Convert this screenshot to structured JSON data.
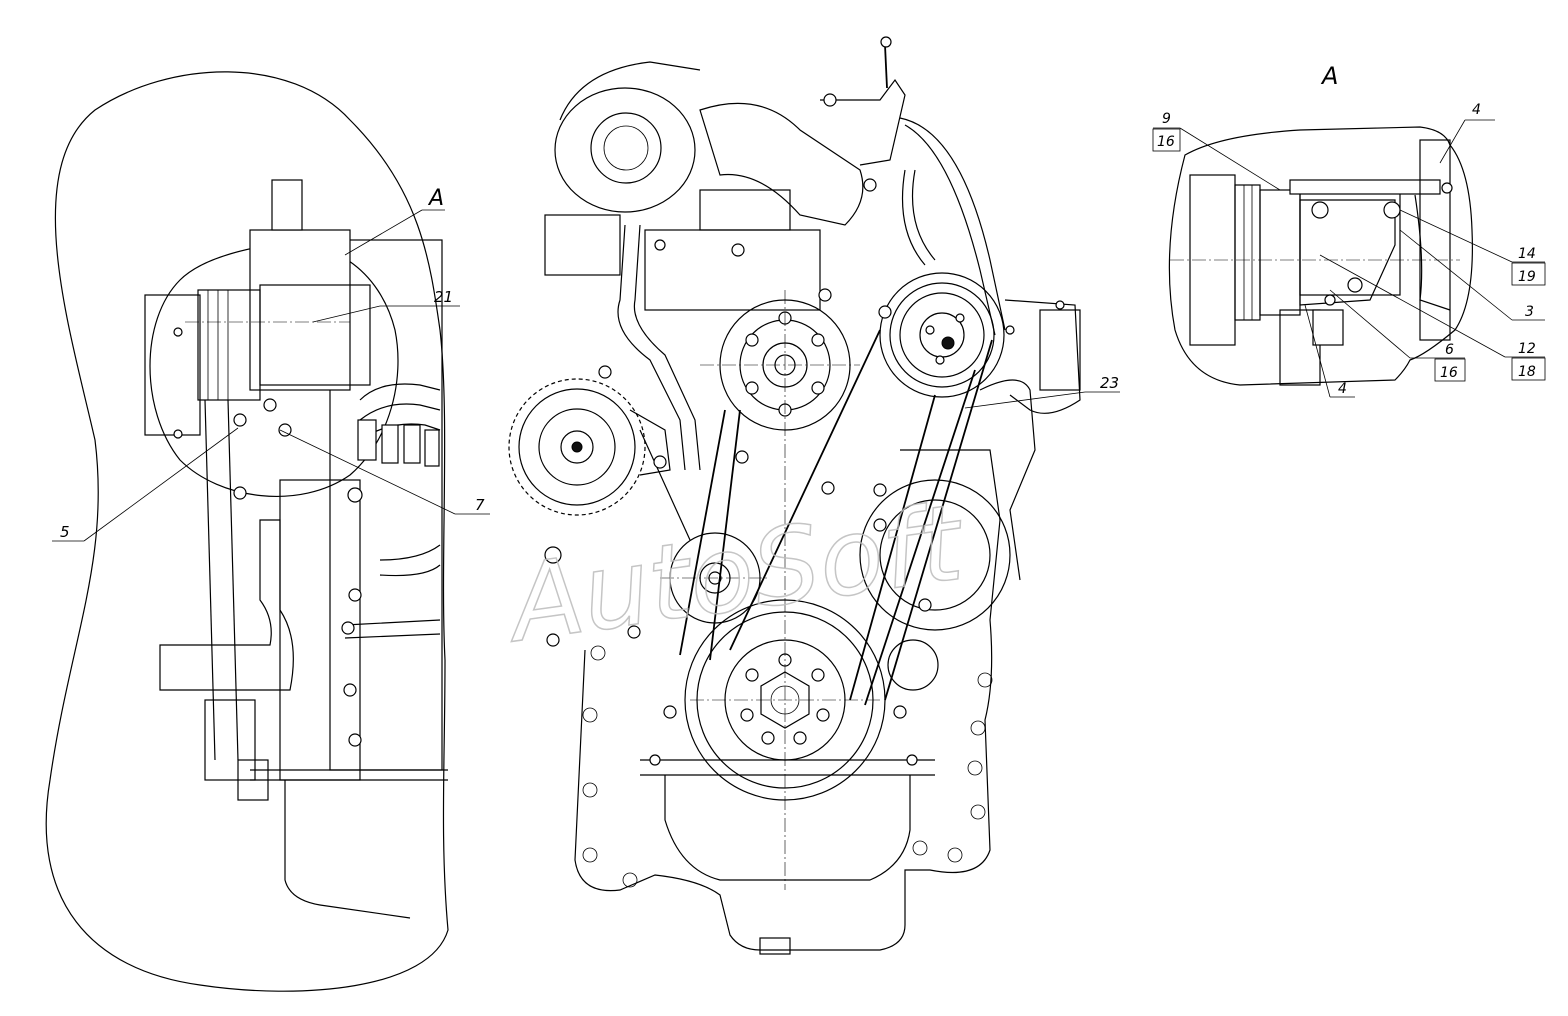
{
  "views": {
    "left": {
      "section_label": "A"
    },
    "detail": {
      "title": "A"
    }
  },
  "callouts": {
    "left": [
      "21",
      "5",
      "7"
    ],
    "center": [
      "23"
    ],
    "detail": [
      {
        "top": "9",
        "bottom": "16"
      },
      {
        "top": "4"
      },
      {
        "top": "14",
        "bottom": "19"
      },
      {
        "top": "3"
      },
      {
        "top": "6",
        "bottom": "16"
      },
      {
        "top": "12",
        "bottom": "18"
      },
      {
        "top": "4"
      }
    ]
  },
  "watermark": "AutoSoft"
}
